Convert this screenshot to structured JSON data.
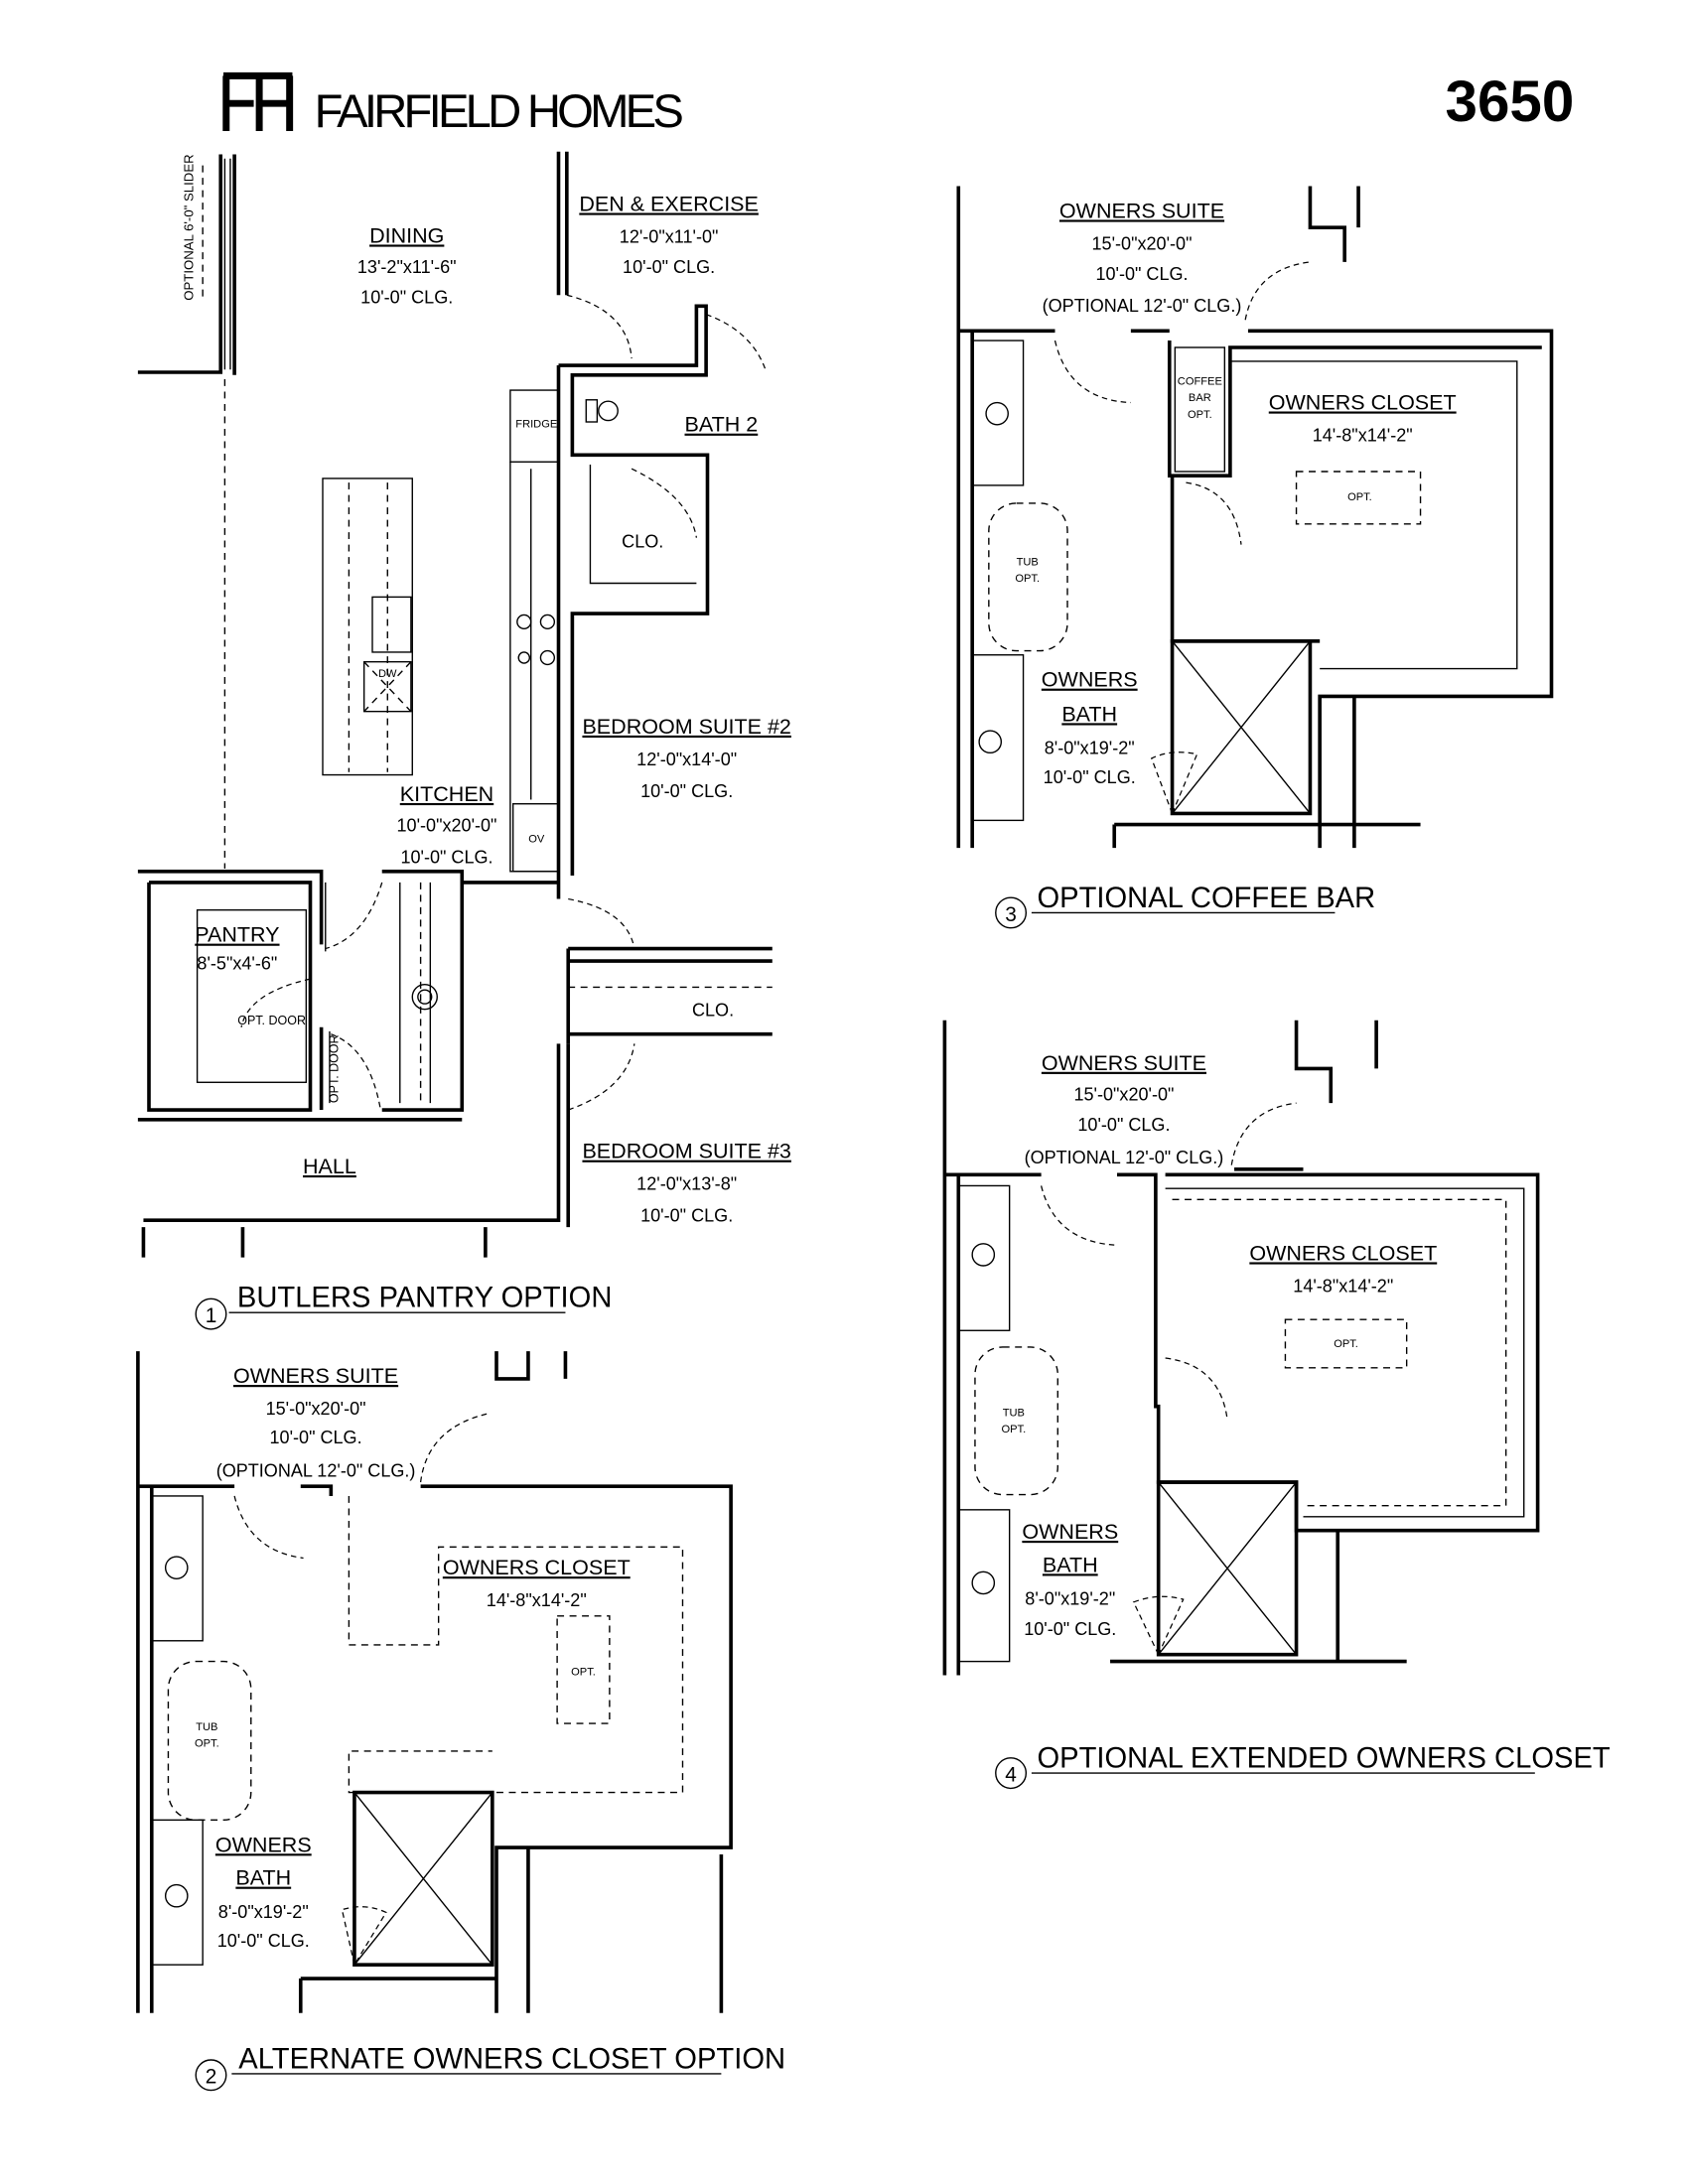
{
  "header": {
    "logo": "FH",
    "brand": "FAIRFIELD HOMES",
    "plan_number": "3650"
  },
  "plan1": {
    "caption_number": "1",
    "caption": "BUTLERS PANTRY OPTION",
    "slider_note": "OPTIONAL 6'-0\" SLIDER",
    "dining": {
      "name": "DINING",
      "size": "13'-2\"x11'-6\"",
      "ceiling": "10'-0\" CLG."
    },
    "den": {
      "name": "DEN & EXERCISE",
      "size": "12'-0\"x11'-0\"",
      "ceiling": "10'-0\" CLG."
    },
    "bath2": {
      "name": "BATH 2"
    },
    "closet_a": "CLO.",
    "fridge": "FRIDGE",
    "dw": "DW",
    "ov": "OV",
    "kitchen": {
      "name": "KITCHEN",
      "size": "10'-0\"x20'-0\"",
      "ceiling": "10'-0\" CLG."
    },
    "bedroom2": {
      "name": "BEDROOM SUITE #2",
      "size": "12'-0\"x14'-0\"",
      "ceiling": "10'-0\" CLG."
    },
    "pantry": {
      "name": "PANTRY",
      "size": "8'-5\"x4'-6\""
    },
    "opt_door": "OPT. DOOR",
    "opt_door_vertical": "OPT. DOOR",
    "closet_b": "CLO.",
    "hall": "HALL",
    "bedroom3": {
      "name": "BEDROOM SUITE #3",
      "size": "12'-0\"x13'-8\"",
      "ceiling": "10'-0\" CLG."
    }
  },
  "plan2": {
    "caption_number": "2",
    "caption": "ALTERNATE OWNERS CLOSET OPTION",
    "suite": {
      "name": "OWNERS SUITE",
      "size": "15'-0\"x20'-0\"",
      "ceiling": "10'-0\" CLG.",
      "optional": "(OPTIONAL 12'-0\" CLG.)"
    },
    "closet": {
      "name": "OWNERS CLOSET",
      "size": "14'-8\"x14'-2\"",
      "opt": "OPT."
    },
    "tub": {
      "line1": "TUB",
      "line2": "OPT."
    },
    "bath": {
      "name1": "OWNERS",
      "name2": "BATH",
      "size": "8'-0\"x19'-2\"",
      "ceiling": "10'-0\" CLG."
    }
  },
  "plan3": {
    "caption_number": "3",
    "caption": "OPTIONAL COFFEE BAR",
    "suite": {
      "name": "OWNERS SUITE",
      "size": "15'-0\"x20'-0\"",
      "ceiling": "10'-0\" CLG.",
      "optional": "(OPTIONAL 12'-0\" CLG.)"
    },
    "coffee": {
      "line1": "COFFEE",
      "line2": "BAR",
      "line3": "OPT."
    },
    "closet": {
      "name": "OWNERS CLOSET",
      "size": "14'-8\"x14'-2\"",
      "opt": "OPT."
    },
    "tub": {
      "line1": "TUB",
      "line2": "OPT."
    },
    "bath": {
      "name1": "OWNERS",
      "name2": "BATH",
      "size": "8'-0\"x19'-2\"",
      "ceiling": "10'-0\" CLG."
    }
  },
  "plan4": {
    "caption_number": "4",
    "caption": "OPTIONAL EXTENDED OWNERS CLOSET",
    "suite": {
      "name": "OWNERS SUITE",
      "size": "15'-0\"x20'-0\"",
      "ceiling": "10'-0\" CLG.",
      "optional": "(OPTIONAL 12'-0\" CLG.)"
    },
    "closet": {
      "name": "OWNERS CLOSET",
      "size": "14'-8\"x14'-2\"",
      "opt": "OPT."
    },
    "tub": {
      "line1": "TUB",
      "line2": "OPT."
    },
    "bath": {
      "name1": "OWNERS",
      "name2": "BATH",
      "size": "8'-0\"x19'-2\"",
      "ceiling": "10'-0\" CLG."
    }
  }
}
